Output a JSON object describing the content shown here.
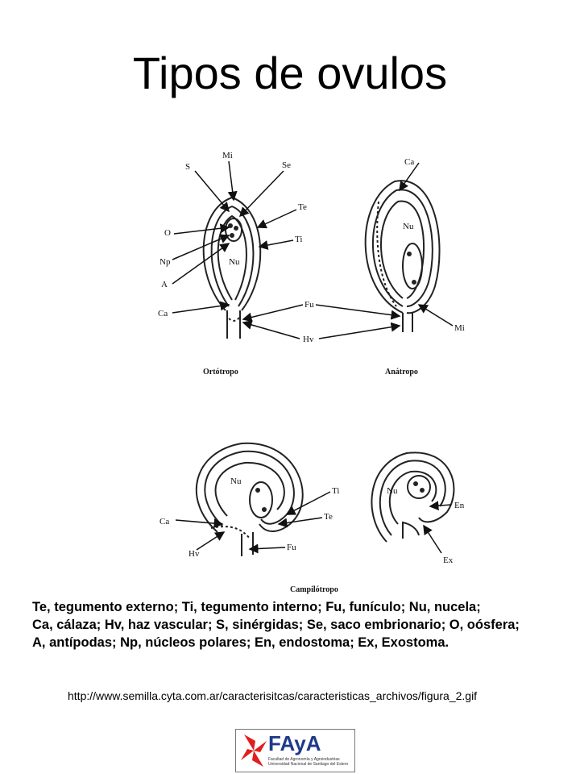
{
  "title": "Tipos de ovulos",
  "diagrams": {
    "ortotropo": {
      "caption": "Ortótropo",
      "labels": {
        "S": "S",
        "Mi": "Mi",
        "Se": "Se",
        "Te": "Te",
        "O": "O",
        "Ti": "Ti",
        "Np": "Np",
        "Nu": "Nu",
        "A": "A",
        "Ca": "Ca"
      }
    },
    "anatropo": {
      "caption": "Anátropo",
      "labels": {
        "Ca": "Ca",
        "Nu": "Nu",
        "Mi": "Mi"
      }
    },
    "shared_labels": {
      "Fu": "Fu",
      "Hv": "Hv"
    },
    "campilotropo": {
      "caption": "Campilótropo",
      "left_labels": {
        "Nu": "Nu",
        "Ti": "Ti",
        "Te": "Te",
        "Ca": "Ca",
        "Hv": "Hv",
        "Fu": "Fu"
      },
      "right_labels": {
        "Nu": "Nu",
        "En": "En",
        "Ex": "Ex"
      }
    }
  },
  "legend": [
    "Te, tegumento externo; Ti, tegumento interno; Fu, funículo; Nu, nucela;",
    "Ca, cálaza; Hv, haz vascular; S, sinérgidas; Se, saco embrionario; O, oósfera;",
    "A, antípodas; Np, núcleos polares; En, endostoma; Ex, Exostoma."
  ],
  "source_url": "http://www.semilla.cyta.com.ar/caracterisitcas/caracteristicas_archivos/figura_2.gif",
  "logo": {
    "text": "FAyA",
    "subtitle": "Facultad de Agronomía y Agroindustrias Universidad Nacional de Santiago del Estero",
    "accent": "#e11d1d",
    "brand": "#1f3a8a"
  }
}
